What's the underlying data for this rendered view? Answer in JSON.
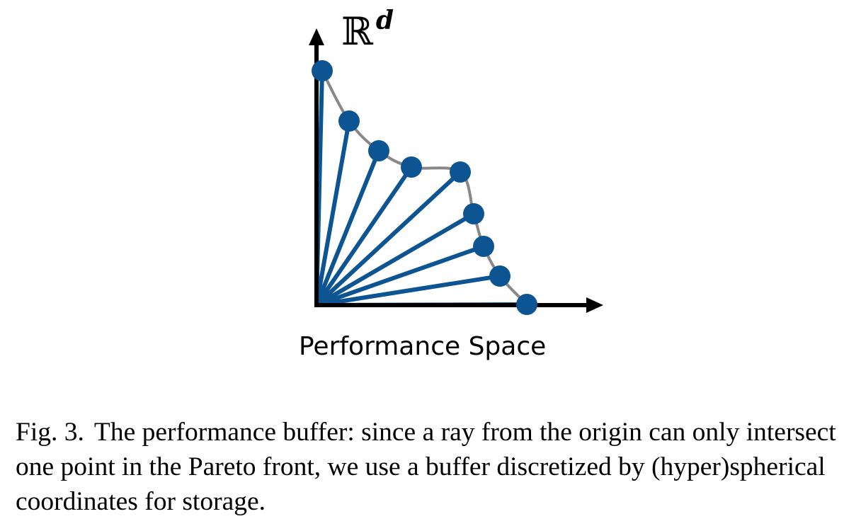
{
  "figure": {
    "axis_symbol": "ℝ",
    "axis_symbol_superscript": "d",
    "space_label": "Performance Space",
    "colors": {
      "axes": "#000000",
      "rays": "#0d5592",
      "points": "#0d5592",
      "front": "#888888"
    },
    "pareto_point_count": 9
  },
  "caption": {
    "label": "Fig. 3.",
    "text": "The performance buffer: since a ray from the origin can only intersect one point in the Pareto front, we use a buffer discretized by (hyper)spherical coordinates for storage."
  }
}
